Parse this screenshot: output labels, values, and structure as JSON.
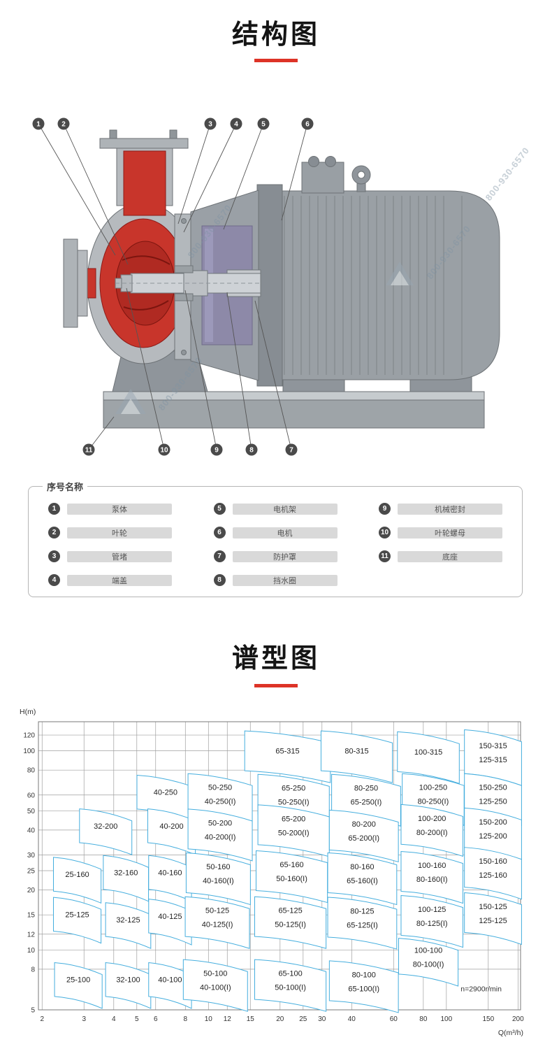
{
  "page": {
    "background": "#ffffff",
    "accent_red": "#dd3327"
  },
  "structure": {
    "title": "结构图"
  },
  "diagram": {
    "watermark": "800-930-6570",
    "callouts_top": [
      "1",
      "2",
      "3",
      "4",
      "5",
      "6"
    ],
    "callouts_bottom": [
      "11",
      "10",
      "9",
      "8",
      "7"
    ]
  },
  "legend": {
    "title": "序号名称",
    "items": [
      {
        "num": "1",
        "label": "泵体"
      },
      {
        "num": "2",
        "label": "叶轮"
      },
      {
        "num": "3",
        "label": "管堵"
      },
      {
        "num": "4",
        "label": "端盖"
      },
      {
        "num": "5",
        "label": "电机架"
      },
      {
        "num": "6",
        "label": "电机"
      },
      {
        "num": "7",
        "label": "防护罩"
      },
      {
        "num": "8",
        "label": "挡水圈"
      },
      {
        "num": "9",
        "label": "机械密封"
      },
      {
        "num": "10",
        "label": "叶轮螺母"
      },
      {
        "num": "11",
        "label": "底座"
      }
    ]
  },
  "spectrum": {
    "title": "谱型图"
  },
  "chart_data": {
    "type": "area",
    "title": "谱型图",
    "xlabel": "Q(m³/h)",
    "ylabel": "H(m)",
    "x_scale": "log",
    "y_scale": "log",
    "xlim": [
      1.93,
      205
    ],
    "ylim": [
      5,
      140
    ],
    "grid": true,
    "legend_position": "none",
    "x_ticks": [
      2,
      3,
      4,
      5,
      6,
      8,
      10,
      12,
      15,
      20,
      25,
      30,
      40,
      60,
      80,
      100,
      150,
      200
    ],
    "y_ticks": [
      5,
      8,
      10,
      12,
      15,
      20,
      25,
      30,
      40,
      50,
      60,
      80,
      100,
      120
    ],
    "annotation": {
      "text": "n=2900r/min",
      "q": 140,
      "h": 6.2
    },
    "region_color": "#45aede",
    "regions": [
      {
        "labels": [
          "65-315"
        ],
        "q": 21.5,
        "h": 100,
        "hw": 0.18,
        "hh": 0.1
      },
      {
        "labels": [
          "80-315"
        ],
        "q": 42,
        "h": 100,
        "hw": 0.15,
        "hh": 0.1
      },
      {
        "labels": [
          "100-315"
        ],
        "q": 84,
        "h": 99,
        "hw": 0.13,
        "hh": 0.1
      },
      {
        "labels": [
          "150-315",
          "125-315"
        ],
        "q": 157,
        "h": 99,
        "hw": 0.12,
        "hh": 0.11
      },
      {
        "labels": [
          "40-250"
        ],
        "q": 6.6,
        "h": 62,
        "hw": 0.12,
        "hh": 0.085
      },
      {
        "labels": [
          "50-250",
          "40-250(I)"
        ],
        "q": 11.2,
        "h": 61,
        "hw": 0.135,
        "hh": 0.1
      },
      {
        "labels": [
          "65-250",
          "50-250(I)"
        ],
        "q": 22.8,
        "h": 60.5,
        "hw": 0.15,
        "hh": 0.1
      },
      {
        "labels": [
          "80-250",
          "65-250(I)"
        ],
        "q": 46,
        "h": 60.5,
        "hw": 0.145,
        "hh": 0.1
      },
      {
        "labels": [
          "100-250",
          "80-250(I)"
        ],
        "q": 88,
        "h": 61,
        "hw": 0.13,
        "hh": 0.1
      },
      {
        "labels": [
          "150-250",
          "125-250"
        ],
        "q": 157,
        "h": 61,
        "hw": 0.12,
        "hh": 0.1
      },
      {
        "labels": [
          "32-200"
        ],
        "q": 3.7,
        "h": 42,
        "hw": 0.11,
        "hh": 0.085
      },
      {
        "labels": [
          "40-200"
        ],
        "q": 7.0,
        "h": 42,
        "hw": 0.1,
        "hh": 0.085
      },
      {
        "labels": [
          "50-200",
          "40-200(I)"
        ],
        "q": 11.2,
        "h": 40.5,
        "hw": 0.135,
        "hh": 0.1
      },
      {
        "labels": [
          "65-200",
          "50-200(I)"
        ],
        "q": 22.8,
        "h": 42.5,
        "hw": 0.15,
        "hh": 0.1
      },
      {
        "labels": [
          "80-200",
          "65-200(I)"
        ],
        "q": 45,
        "h": 40,
        "hw": 0.145,
        "hh": 0.1
      },
      {
        "labels": [
          "100-200",
          "80-200(I)"
        ],
        "q": 87,
        "h": 42.7,
        "hw": 0.13,
        "hh": 0.1
      },
      {
        "labels": [
          "150-200",
          "125-200"
        ],
        "q": 157,
        "h": 41,
        "hw": 0.12,
        "hh": 0.1
      },
      {
        "labels": [
          "25-160"
        ],
        "q": 2.81,
        "h": 24,
        "hw": 0.1,
        "hh": 0.085
      },
      {
        "labels": [
          "32-160"
        ],
        "q": 4.5,
        "h": 24.5,
        "hw": 0.095,
        "hh": 0.085
      },
      {
        "labels": [
          "40-160"
        ],
        "q": 6.9,
        "h": 24.5,
        "hw": 0.09,
        "hh": 0.085
      },
      {
        "labels": [
          "50-160",
          "40-160(I)"
        ],
        "q": 11.0,
        "h": 24.4,
        "hw": 0.135,
        "hh": 0.1
      },
      {
        "labels": [
          "65-160",
          "50-160(I)"
        ],
        "q": 22.4,
        "h": 25,
        "hw": 0.15,
        "hh": 0.1
      },
      {
        "labels": [
          "80-160",
          "65-160(I)"
        ],
        "q": 44.3,
        "h": 24.4,
        "hw": 0.145,
        "hh": 0.1
      },
      {
        "labels": [
          "100-160",
          "80-160(I)"
        ],
        "q": 87,
        "h": 24.8,
        "hw": 0.13,
        "hh": 0.1
      },
      {
        "labels": [
          "150-160",
          "125-160"
        ],
        "q": 157,
        "h": 26,
        "hw": 0.12,
        "hh": 0.1
      },
      {
        "labels": [
          "25-125"
        ],
        "q": 2.81,
        "h": 15.1,
        "hw": 0.1,
        "hh": 0.085
      },
      {
        "labels": [
          "32-125"
        ],
        "q": 4.6,
        "h": 14.2,
        "hw": 0.095,
        "hh": 0.085
      },
      {
        "labels": [
          "40-125"
        ],
        "q": 6.9,
        "h": 14.8,
        "hw": 0.09,
        "hh": 0.085
      },
      {
        "labels": [
          "50-125",
          "40-125(I)"
        ],
        "q": 10.9,
        "h": 14.7,
        "hw": 0.135,
        "hh": 0.1
      },
      {
        "labels": [
          "65-125",
          "50-125(I)"
        ],
        "q": 22.1,
        "h": 14.7,
        "hw": 0.15,
        "hh": 0.1
      },
      {
        "labels": [
          "80-125",
          "65-125(I)"
        ],
        "q": 44.3,
        "h": 14.6,
        "hw": 0.145,
        "hh": 0.1
      },
      {
        "labels": [
          "100-125",
          "80-125(I)"
        ],
        "q": 87,
        "h": 14.9,
        "hw": 0.13,
        "hh": 0.1
      },
      {
        "labels": [
          "150-125",
          "125-125"
        ],
        "q": 157,
        "h": 15.4,
        "hw": 0.12,
        "hh": 0.1
      },
      {
        "labels": [
          "100-100",
          "80-100(I)"
        ],
        "q": 84,
        "h": 9.3,
        "hw": 0.125,
        "hh": 0.09
      },
      {
        "labels": [
          "25-100"
        ],
        "q": 2.84,
        "h": 7.1,
        "hw": 0.1,
        "hh": 0.085
      },
      {
        "labels": [
          "32-100"
        ],
        "q": 4.6,
        "h": 7.1,
        "hw": 0.095,
        "hh": 0.085
      },
      {
        "labels": [
          "40-100"
        ],
        "q": 6.9,
        "h": 7.1,
        "hw": 0.09,
        "hh": 0.085
      },
      {
        "labels": [
          "50-100",
          "40-100(I)"
        ],
        "q": 10.7,
        "h": 7.1,
        "hw": 0.135,
        "hh": 0.1
      },
      {
        "labels": [
          "65-100",
          "50-100(I)"
        ],
        "q": 22.1,
        "h": 7.1,
        "hw": 0.15,
        "hh": 0.1
      },
      {
        "labels": [
          "80-100",
          "65-100(I)"
        ],
        "q": 45,
        "h": 7.0,
        "hw": 0.145,
        "hh": 0.1
      }
    ]
  }
}
